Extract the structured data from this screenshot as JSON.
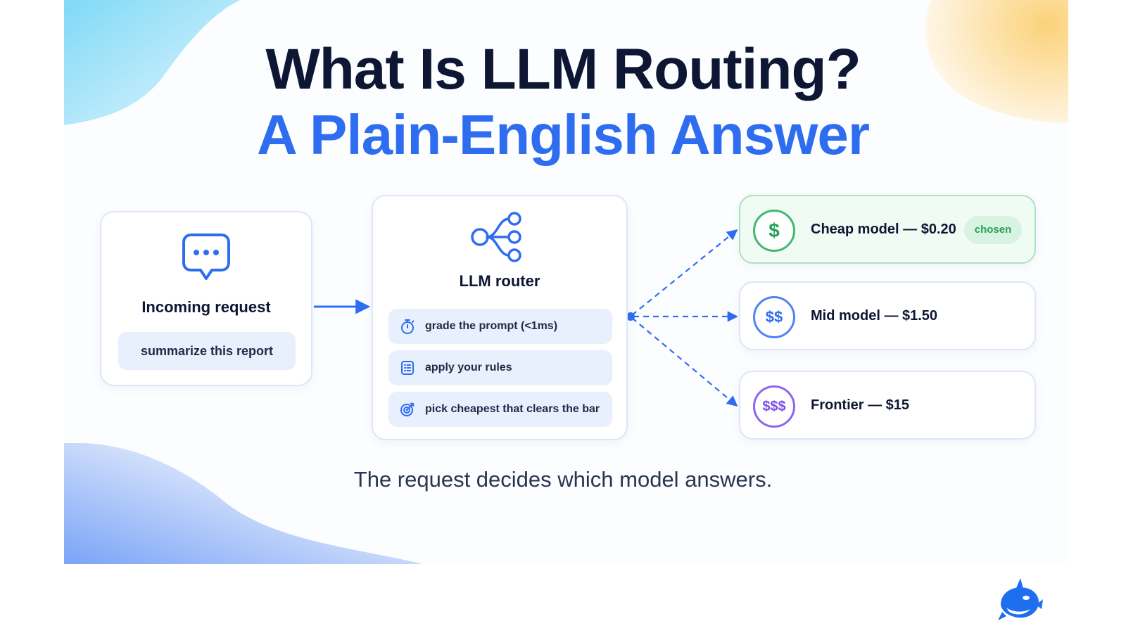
{
  "title": {
    "line1": "What Is LLM Routing?",
    "line2": "A Plain-English Answer"
  },
  "request": {
    "label": "Incoming request",
    "example": "summarize this report"
  },
  "router": {
    "label": "LLM router",
    "steps": [
      {
        "icon": "stopwatch-icon",
        "text": "grade the prompt (<1ms)"
      },
      {
        "icon": "checklist-icon",
        "text": "apply your rules"
      },
      {
        "icon": "target-icon",
        "text": "pick cheapest that clears the bar"
      }
    ]
  },
  "models": [
    {
      "symbol": "$",
      "label": "Cheap model — $0.20",
      "badge": "chosen",
      "color": "#26a05a"
    },
    {
      "symbol": "$$",
      "label": "Mid model — $1.50",
      "color": "#2f6df0"
    },
    {
      "symbol": "$$$",
      "label": "Frontier — $15",
      "color": "#7b4fe6"
    }
  ],
  "caption": "The request decides which model answers.",
  "colors": {
    "title": "#0d1633",
    "accent": "#2f6df0",
    "chosen": "#26a05a",
    "frontier": "#7b4fe6",
    "chip": "#e8effd"
  }
}
